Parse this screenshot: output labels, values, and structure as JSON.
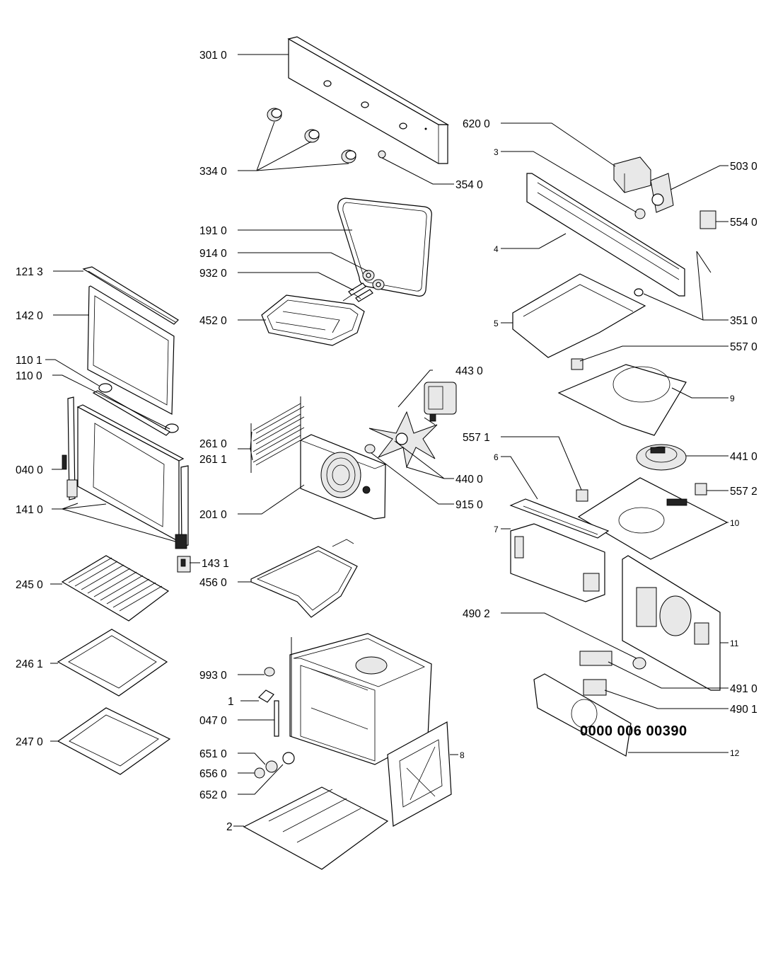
{
  "labels": {
    "l3010": "301 0",
    "l3340": "334 0",
    "l3540": "354 0",
    "l1910": "191 0",
    "l9140": "914 0",
    "l9320": "932 0",
    "l4520": "452 0",
    "l1213": "121 3",
    "l1420": "142 0",
    "l1101": "110 1",
    "l1100": "110 0",
    "l0400": "040 0",
    "l1410": "141 0",
    "l2610": "261 0",
    "l2611": "261 1",
    "l2010": "201 0",
    "l4430": "443 0",
    "l4400": "440 0",
    "l9150": "915 0",
    "l1431": "143 1",
    "l2450": "245 0",
    "l4560": "456 0",
    "l2461": "246 1",
    "l2470": "247 0",
    "l9930": "993 0",
    "l1": "1",
    "l0470": "047 0",
    "l6510": "651 0",
    "l6560": "656 0",
    "l6520": "652 0",
    "l2": "2",
    "l8": "8",
    "l6200": "620 0",
    "l3": "3",
    "l5030": "503 0",
    "l5540": "554 0",
    "l4": "4",
    "l3510": "351 0",
    "l5": "5",
    "l5570": "557 0",
    "l9": "9",
    "l4410": "441 0",
    "l5571": "557 1",
    "l6": "6",
    "l5572": "557 2",
    "l10": "10",
    "l7": "7",
    "l4902": "490 2",
    "l11": "11",
    "l4910": "491 0",
    "l4901": "490 1",
    "l12": "12"
  },
  "document_number": "0000 006 00390"
}
